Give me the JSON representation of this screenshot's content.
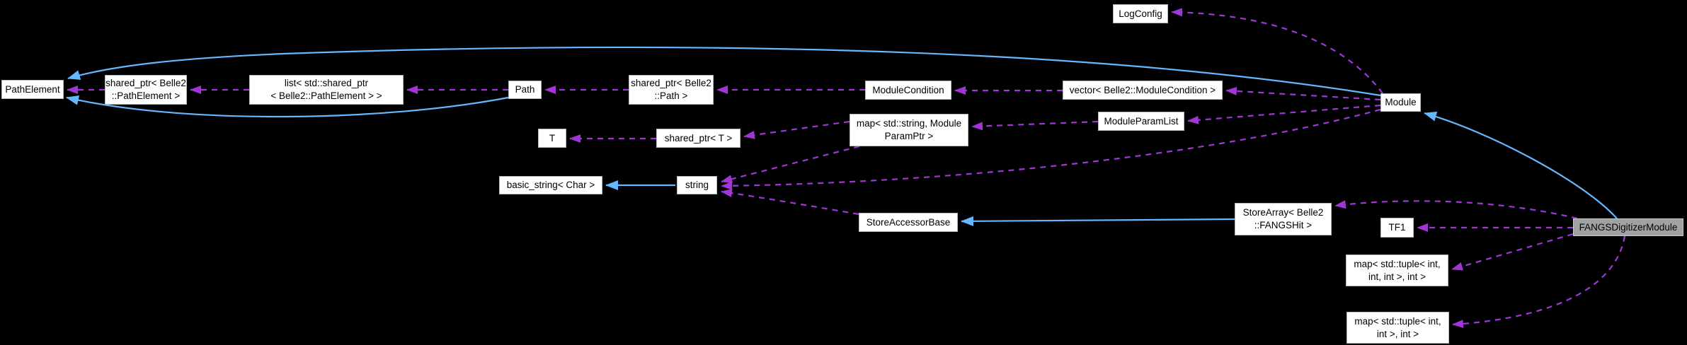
{
  "diagram_type": "doxygen-collaboration-graph",
  "colors": {
    "background": "#000000",
    "edge_inheritance": "#63b8ff",
    "edge_usage": "#a135d6",
    "node_fill": "#ffffff",
    "node_border": "#b4b7bc",
    "node_text": "#000000",
    "main_node_fill": "#9fa1a3",
    "main_node_border": "#c9cbce"
  },
  "nodes": {
    "path_element": {
      "label": "PathElement"
    },
    "sp_path_element": {
      "label": "shared_ptr< Belle2\n::PathElement >"
    },
    "list_sp": {
      "label": "list< std::shared_ptr\n< Belle2::PathElement > >"
    },
    "path": {
      "label": "Path"
    },
    "sp_path": {
      "label": "shared_ptr< Belle2\n::Path >"
    },
    "module_condition": {
      "label": "ModuleCondition"
    },
    "vector_mc": {
      "label": "vector< Belle2::ModuleCondition >"
    },
    "map_string_mpp": {
      "label": "map< std::string, Module\nParamPtr >"
    },
    "module_param_list": {
      "label": "ModuleParamList"
    },
    "t": {
      "label": "T"
    },
    "sp_t": {
      "label": "shared_ptr< T >"
    },
    "basic_string": {
      "label": "basic_string< Char >"
    },
    "string": {
      "label": "string"
    },
    "store_accessor_base": {
      "label": "StoreAccessorBase"
    },
    "store_array": {
      "label": "StoreArray< Belle2\n::FANGSHit >"
    },
    "tf1": {
      "label": "TF1"
    },
    "fangs": {
      "label": "FANGSDigitizerModule"
    },
    "map_tuple3": {
      "label": "map< std::tuple< int,\nint, int >, int >"
    },
    "map_tuple2": {
      "label": "map< std::tuple< int,\nint >, int >"
    },
    "log_config": {
      "label": "LogConfig"
    },
    "module": {
      "label": "Module"
    }
  }
}
